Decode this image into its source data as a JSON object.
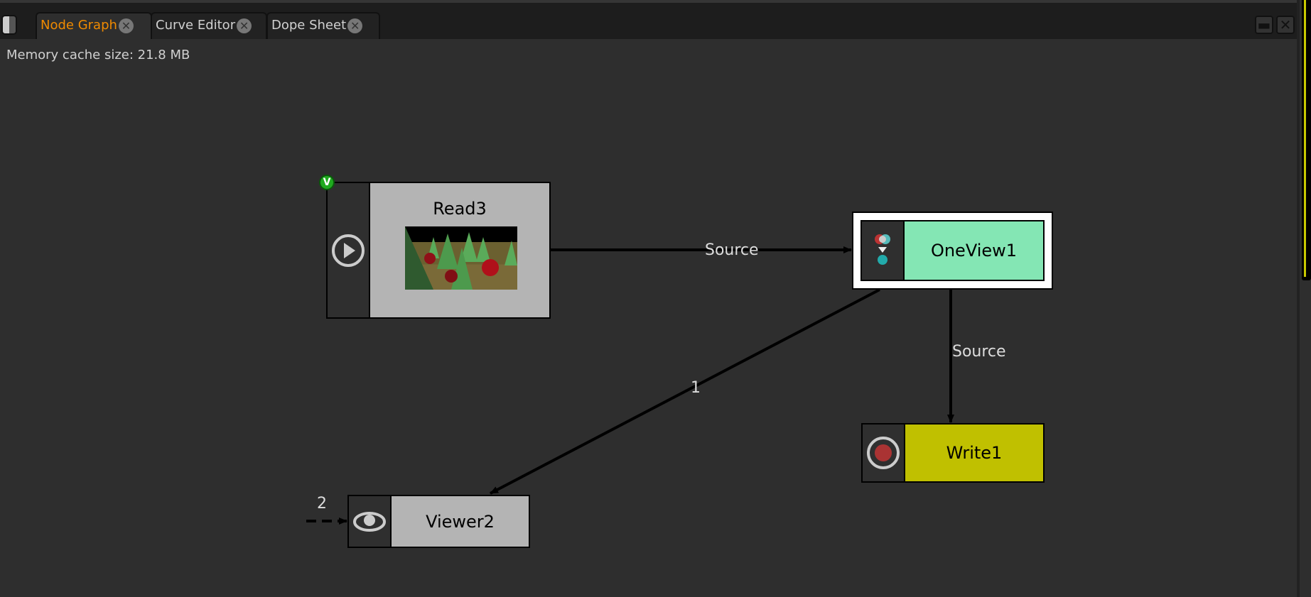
{
  "tabs": [
    {
      "label": "Node Graph",
      "active": true
    },
    {
      "label": "Curve Editor",
      "active": false
    },
    {
      "label": "Dope Sheet",
      "active": false
    }
  ],
  "status": {
    "memory": "Memory cache size: 21.8 MB"
  },
  "nodes": {
    "read": {
      "label": "Read3",
      "color": "#b4b4b4",
      "badge": "V"
    },
    "oneview": {
      "label": "OneView1",
      "color": "#84e6b4"
    },
    "write": {
      "label": "Write1",
      "color": "#c0c000"
    },
    "viewer": {
      "label": "Viewer2",
      "color": "#b4b4b4"
    }
  },
  "edges": {
    "read_oneview": "Source",
    "oneview_write": "Source",
    "oneview_viewer": "1",
    "viewer_input2": "2"
  }
}
